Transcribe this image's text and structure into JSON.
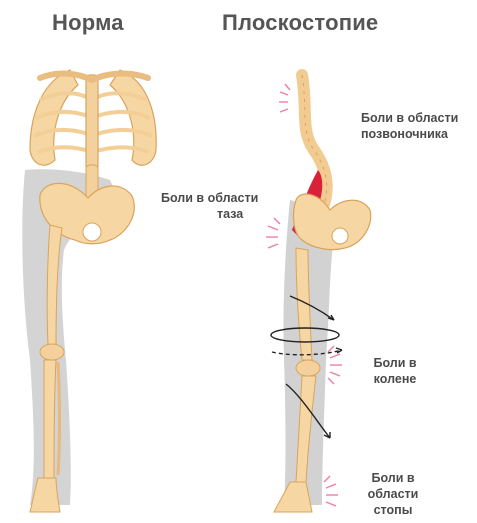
{
  "headings": {
    "normal": "Норма",
    "flatfoot": "Плоскостопие"
  },
  "labels": {
    "spine": [
      "Боли в области",
      "позвоночника"
    ],
    "pelvis": [
      "Боли в области",
      "таза"
    ],
    "knee": [
      "Боли в",
      "колене"
    ],
    "foot": [
      "Боли в",
      "области",
      "стопы"
    ]
  },
  "colors": {
    "bone": "#f6d7a3",
    "bone_outline": "#d9a35c",
    "body_silhouette": "#cfcfcf",
    "pain_marks": "#f07ca0",
    "muscle": "#d9213a",
    "arrows": "#222222",
    "text": "#4b4b4b"
  }
}
